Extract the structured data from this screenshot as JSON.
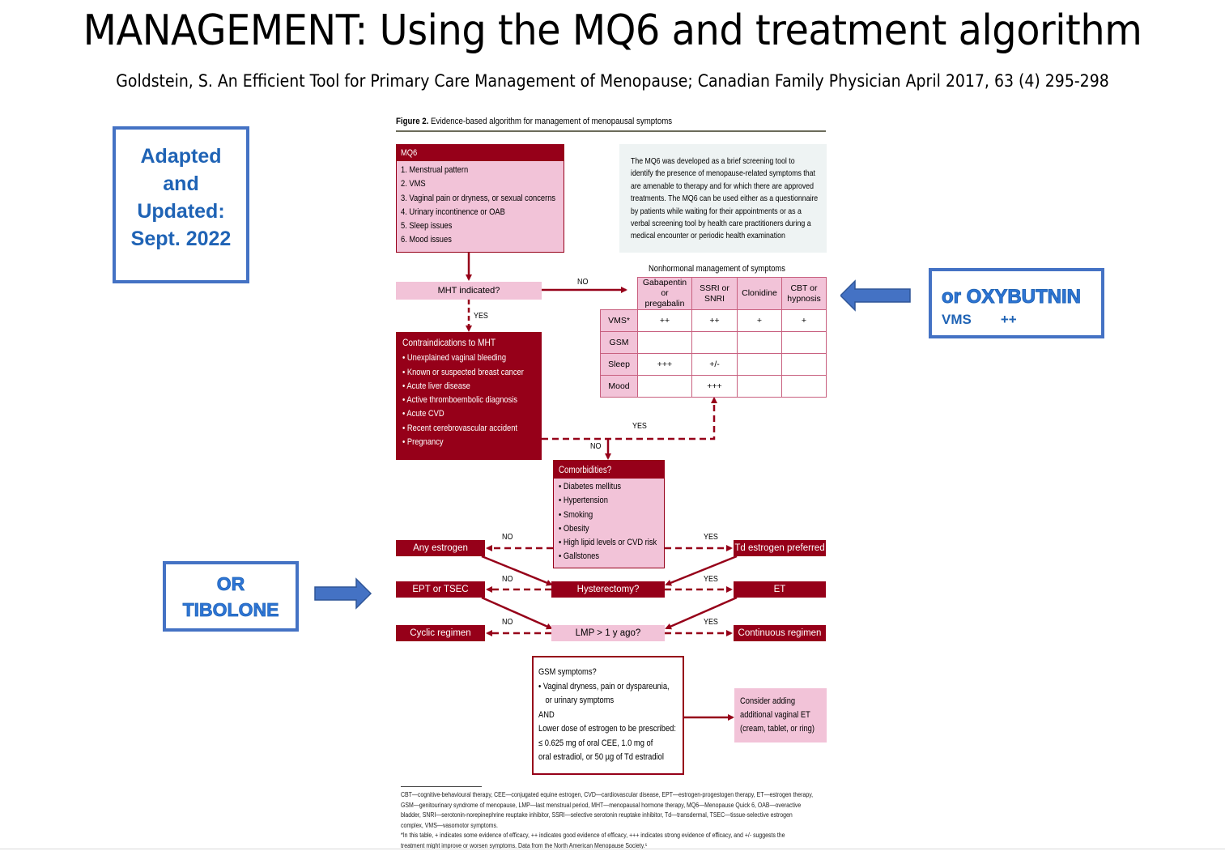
{
  "slide": {
    "title": "MANAGEMENT: Using the MQ6 and treatment algorithm",
    "subtitle": "Goldstein, S. An Efficient Tool for Primary Care Management of Menopause; Canadian Family Physician April 2017,  63 (4) 295-298"
  },
  "callouts": {
    "adapted": [
      "Adapted",
      "and",
      "Updated:",
      "Sept. 2022"
    ],
    "oxybutnin": {
      "line1": "or OXYBUTNIN",
      "label": "VMS",
      "value": "++"
    },
    "tibolone": [
      "OR",
      "TIBOLONE"
    ]
  },
  "colors": {
    "dark_red": "#960019",
    "pink": "#f2c3d8",
    "callout_blue": "#4472c4",
    "callout_text": "#1f63b5",
    "info_bg": "#eef3f3"
  },
  "figure": {
    "caption_bold": "Figure 2.",
    "caption": " Evidence-based algorithm for management of menopausal symptoms",
    "mq6": {
      "title": "MQ6",
      "items": [
        "1. Menstrual pattern",
        "2. VMS",
        "3. Vaginal pain or dryness, or sexual concerns",
        "4. Urinary incontinence or OAB",
        "5. Sleep issues",
        "6. Mood issues"
      ]
    },
    "info_lines": [
      "The MQ6 was developed as a brief screening tool to",
      "identify the presence of menopause-related symptoms that",
      "are amenable to therapy and for which there are approved",
      "treatments. The MQ6 can be used either as a questionnaire",
      "by patients while waiting for their appointments or as a",
      "verbal screening tool by health care practitioners during a",
      "medical encounter or periodic health examination"
    ],
    "mht_indicated": "MHT indicated?",
    "contraindications": {
      "title": "Contraindications to MHT",
      "items": [
        "• Unexplained vaginal bleeding",
        "• Known or suspected breast cancer",
        "• Acute liver disease",
        "• Active thromboembolic diagnosis",
        "• Acute CVD",
        "• Recent cerebrovascular accident",
        "• Pregnancy"
      ]
    },
    "nonhormonal": {
      "title": "Nonhormonal management of symptoms",
      "columns": [
        [
          "Gabapentin or",
          "pregabalin"
        ],
        [
          "SSRI or",
          "SNRI"
        ],
        [
          "Clonidine"
        ],
        [
          "CBT or",
          "hypnosis"
        ]
      ],
      "rows": [
        {
          "label": "VMS*",
          "values": [
            "++",
            "++",
            "+",
            "+"
          ]
        },
        {
          "label": "GSM",
          "values": [
            "",
            "",
            "",
            ""
          ]
        },
        {
          "label": "Sleep",
          "values": [
            "+++",
            "+/-",
            "",
            ""
          ]
        },
        {
          "label": "Mood",
          "values": [
            "",
            "+++",
            "",
            ""
          ]
        }
      ]
    },
    "comorbidities": {
      "title": "Comorbidities?",
      "items": [
        "• Diabetes mellitus",
        "• Hypertension",
        "• Smoking",
        "• Obesity",
        "• High lipid levels or CVD risk",
        "• Gallstones"
      ]
    },
    "outcomes": {
      "any_estrogen": "Any estrogen",
      "td_estrogen": "Td estrogen preferred",
      "ept_tsec": "EPT or TSEC",
      "hysterectomy": "Hysterectomy?",
      "et": "ET",
      "cyclic": "Cyclic regimen",
      "lmp": "LMP > 1 y ago?",
      "continuous": "Continuous regimen"
    },
    "gsm": {
      "title": "GSM symptoms?",
      "lines": [
        "• Vaginal dryness, pain or dyspareunia,",
        "   or urinary symptoms",
        "AND",
        "Lower dose of estrogen to be prescribed:",
        "≤ 0.625 mg of oral CEE, 1.0 mg of",
        "oral estradiol, or 50 µg of Td estradiol"
      ]
    },
    "consider": [
      "Consider adding",
      "additional vaginal ET",
      "(cream, tablet, or ring)"
    ],
    "labels": {
      "yes": "YES",
      "no": "NO"
    },
    "footnote_lines": [
      "CBT—cognitive-behavioural therapy, CEE—conjugated equine estrogen, CVD—cardiovascular disease, EPT—estrogen-progestogen therapy, ET—estrogen therapy,",
      "GSM—genitourinary syndrome of menopause, LMP—last menstrual period, MHT—menopausal hormone therapy, MQ6—Menopause Quick 6, OAB—overactive",
      "bladder, SNRI—serotonin-norepinephrine reuptake inhibitor, SSRI—selective serotonin reuptake inhibitor, Td—transdermal, TSEC—tissue-selective estrogen",
      "complex, VMS—vasomotor symptoms.",
      "*In this table, + indicates some evidence of efficacy, ++ indicates good evidence of efficacy, +++ indicates strong evidence of efficacy, and +/- suggests the",
      "treatment might improve or worsen symptoms. Data from the North American Menopause Society.⁵"
    ]
  }
}
